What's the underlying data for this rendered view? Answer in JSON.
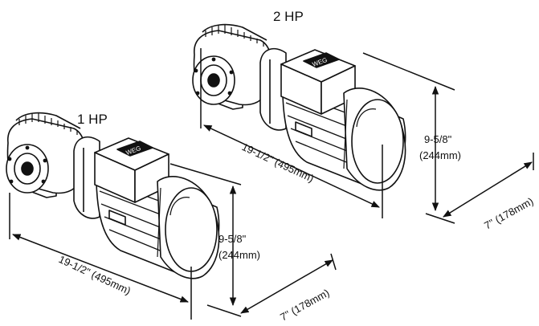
{
  "units": [
    {
      "id": "one_hp",
      "label": "1 HP",
      "length": "19-1/2\" (495mm)",
      "height_line1": "9-5/8\"",
      "height_line2": "(244mm)",
      "width": "7\" (178mm)",
      "badge": "WEG"
    },
    {
      "id": "two_hp",
      "label": "2 HP",
      "length": "19-1/2\" (495mm)",
      "height_line1": "9-5/8\"",
      "height_line2": "(244mm)",
      "width": "7\" (178mm)",
      "badge": "WEG"
    }
  ],
  "colors": {
    "line": "#111111",
    "background": "#ffffff"
  }
}
